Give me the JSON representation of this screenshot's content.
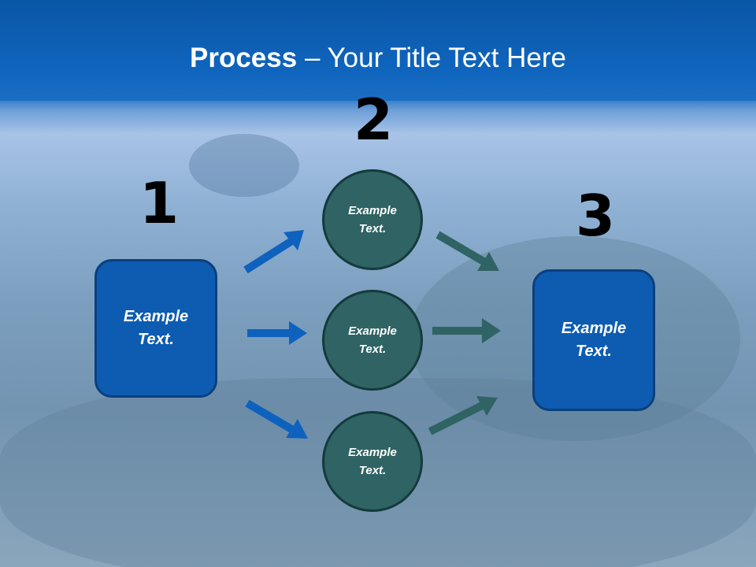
{
  "slide": {
    "title_bold": "Process",
    "title_rest": " – Your Title Text Here"
  },
  "steps": {
    "num1": "1",
    "num2": "2",
    "num3": "3"
  },
  "nodes": {
    "left_box": "Example Text.",
    "circle_top": "Example Text.",
    "circle_middle": "Example Text.",
    "circle_bottom": "Example Text.",
    "right_box": "Example Text."
  },
  "colors": {
    "header": "#0f65bd",
    "box_fill": "#0d5cb2",
    "circle_fill": "#2f6364",
    "blue_arrow": "#0e62bd",
    "teal_arrow": "#2f6364"
  },
  "background": "underwater-reef-photo"
}
